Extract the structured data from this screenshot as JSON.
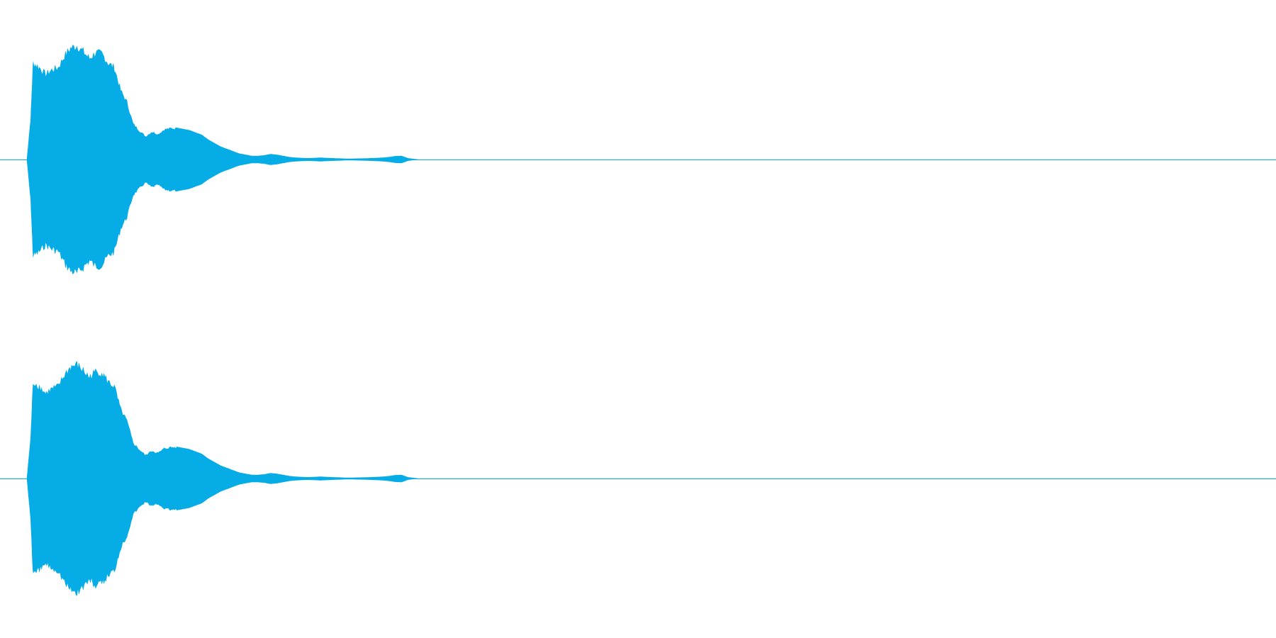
{
  "colors": {
    "background": "#ffffff",
    "waveform": "#05ace6",
    "baseline": "#05ace6"
  },
  "chart_data": [
    {
      "type": "area",
      "channel": "left",
      "x_range": [
        0,
        1
      ],
      "y_range": [
        -1,
        1
      ],
      "grid": false,
      "legend": "none",
      "envelope": {
        "x": [
          0.0,
          0.003,
          0.005,
          0.01,
          0.015,
          0.02,
          0.025,
          0.03,
          0.035,
          0.04,
          0.045,
          0.05,
          0.055,
          0.06,
          0.065,
          0.07,
          0.075,
          0.08,
          0.085,
          0.09,
          0.095,
          0.1,
          0.105,
          0.11,
          0.115,
          0.12,
          0.125,
          0.13,
          0.135,
          0.14,
          0.145,
          0.15,
          0.155,
          0.16,
          0.165,
          0.17,
          0.175,
          0.18,
          0.185,
          0.19,
          0.195,
          0.2,
          0.205,
          0.21,
          0.215,
          0.22,
          0.225,
          0.23,
          0.235,
          0.24,
          0.245,
          0.25,
          0.255,
          0.26,
          0.265,
          0.27,
          0.275,
          0.28,
          0.285,
          0.29,
          0.295,
          0.3,
          0.305,
          0.31,
          0.313
        ],
        "amplitude": [
          0.0,
          0.35,
          0.84,
          0.8,
          0.74,
          0.78,
          0.8,
          0.9,
          0.97,
          0.99,
          0.94,
          0.88,
          0.93,
          0.92,
          0.84,
          0.8,
          0.6,
          0.5,
          0.31,
          0.25,
          0.2,
          0.24,
          0.22,
          0.26,
          0.27,
          0.27,
          0.26,
          0.25,
          0.23,
          0.21,
          0.17,
          0.14,
          0.11,
          0.09,
          0.07,
          0.05,
          0.04,
          0.03,
          0.03,
          0.035,
          0.045,
          0.04,
          0.03,
          0.02,
          0.015,
          0.012,
          0.01,
          0.012,
          0.015,
          0.012,
          0.01,
          0.008,
          0.006,
          0.006,
          0.007,
          0.008,
          0.01,
          0.012,
          0.015,
          0.02,
          0.028,
          0.03,
          0.01,
          0.003,
          0.0
        ]
      }
    },
    {
      "type": "area",
      "channel": "right",
      "x_range": [
        0,
        1
      ],
      "y_range": [
        -1,
        1
      ],
      "grid": false,
      "legend": "none",
      "envelope": {
        "x": [
          0.0,
          0.003,
          0.005,
          0.01,
          0.015,
          0.02,
          0.025,
          0.03,
          0.035,
          0.04,
          0.045,
          0.05,
          0.055,
          0.06,
          0.065,
          0.07,
          0.075,
          0.08,
          0.085,
          0.09,
          0.095,
          0.1,
          0.105,
          0.11,
          0.115,
          0.12,
          0.125,
          0.13,
          0.135,
          0.14,
          0.145,
          0.15,
          0.155,
          0.16,
          0.165,
          0.17,
          0.175,
          0.18,
          0.185,
          0.19,
          0.195,
          0.2,
          0.205,
          0.21,
          0.215,
          0.22,
          0.225,
          0.23,
          0.235,
          0.24,
          0.245,
          0.25,
          0.255,
          0.26,
          0.265,
          0.27,
          0.275,
          0.28,
          0.285,
          0.29,
          0.295,
          0.3,
          0.305,
          0.31,
          0.313
        ],
        "amplitude": [
          0.0,
          0.35,
          0.84,
          0.8,
          0.74,
          0.78,
          0.8,
          0.9,
          0.97,
          0.99,
          0.94,
          0.88,
          0.93,
          0.92,
          0.84,
          0.8,
          0.6,
          0.5,
          0.31,
          0.25,
          0.2,
          0.24,
          0.22,
          0.26,
          0.27,
          0.27,
          0.26,
          0.25,
          0.23,
          0.21,
          0.17,
          0.14,
          0.11,
          0.09,
          0.07,
          0.05,
          0.04,
          0.03,
          0.03,
          0.035,
          0.045,
          0.04,
          0.03,
          0.02,
          0.015,
          0.012,
          0.01,
          0.012,
          0.015,
          0.012,
          0.01,
          0.008,
          0.006,
          0.006,
          0.007,
          0.008,
          0.01,
          0.012,
          0.015,
          0.02,
          0.028,
          0.03,
          0.01,
          0.003,
          0.0
        ]
      }
    }
  ]
}
